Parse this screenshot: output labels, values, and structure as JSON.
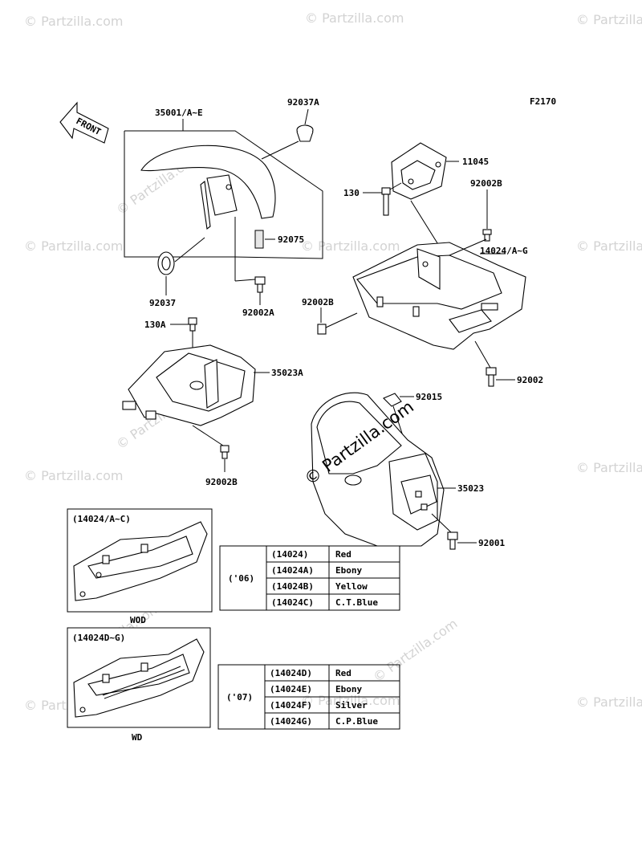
{
  "figure_code": "F2170",
  "watermark_small": "© Partzilla.com",
  "watermark_big": "© Partzilla.com",
  "front_arrow_label": "FRONT",
  "callouts": {
    "p35001": "35001/A~E",
    "p92037A": "92037A",
    "p92075": "92075",
    "p92037": "92037",
    "p92002A": "92002A",
    "p11045": "11045",
    "p130": "130",
    "p92002B_top": "92002B",
    "p14024": "14024/A~G",
    "p92002B_left": "92002B",
    "p92002": "92002",
    "p130A": "130A",
    "p35023A": "35023A",
    "p92002B_bottom": "92002B",
    "p92015": "92015",
    "p35023": "35023",
    "p92001": "92001"
  },
  "inset_top": {
    "title": "(14024/A~C)",
    "caption": "WOD"
  },
  "inset_bottom": {
    "title": "(14024D~G)",
    "caption": "WD"
  },
  "color_table_06": {
    "year": "('06)",
    "rows": [
      {
        "part": "(14024)",
        "color": "Red"
      },
      {
        "part": "(14024A)",
        "color": "Ebony"
      },
      {
        "part": "(14024B)",
        "color": "Yellow"
      },
      {
        "part": "(14024C)",
        "color": "C.T.Blue"
      }
    ]
  },
  "color_table_07": {
    "year": "('07)",
    "rows": [
      {
        "part": "(14024D)",
        "color": "Red"
      },
      {
        "part": "(14024E)",
        "color": "Ebony"
      },
      {
        "part": "(14024F)",
        "color": "Silver"
      },
      {
        "part": "(14024G)",
        "color": "C.P.Blue"
      }
    ]
  }
}
